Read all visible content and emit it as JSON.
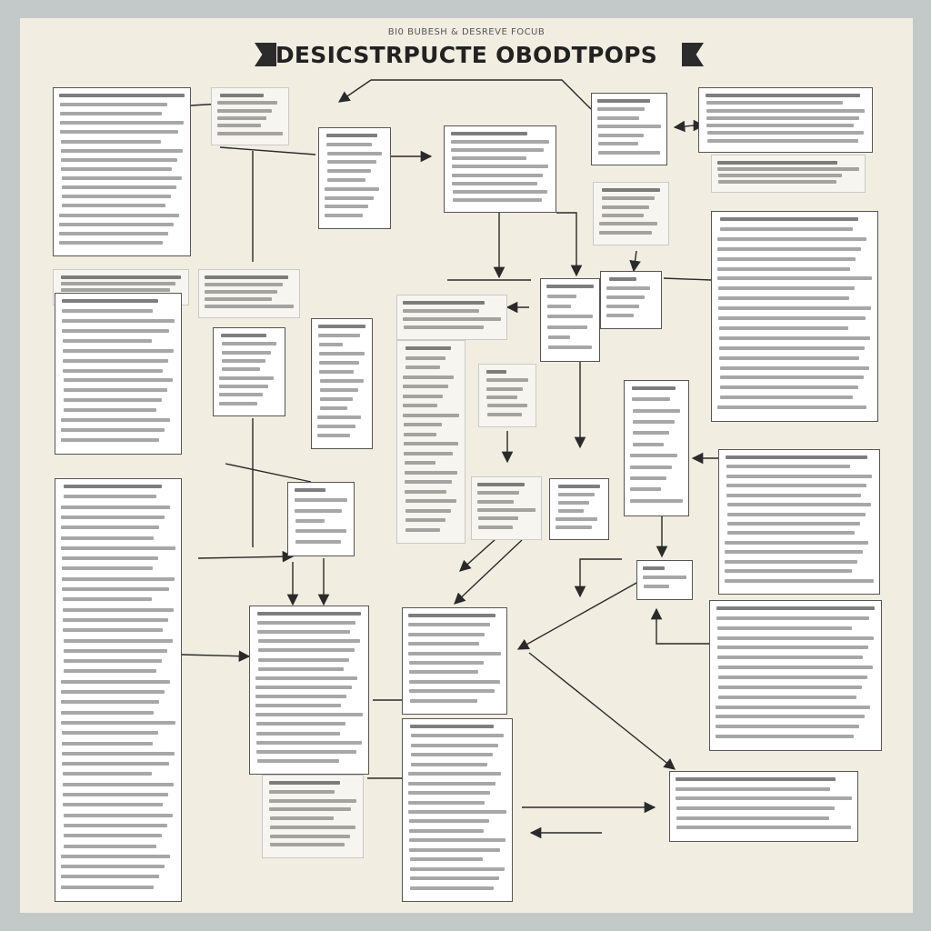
{
  "poster": {
    "supertitle": "BI0 BUBESH & DESREVE FOCUB",
    "title": "DESICSTRPUCTE OBODTPOPS"
  },
  "colors": {
    "background": "#c3c8c9",
    "paper": "#f1ede1",
    "ink": "#222222"
  },
  "boxes": [
    "box-1",
    "box-2",
    "box-3",
    "box-4",
    "box-5",
    "box-6",
    "box-7",
    "box-8",
    "box-9",
    "box-10",
    "box-11",
    "box-12",
    "box-13",
    "box-14",
    "box-15",
    "box-16",
    "box-17",
    "box-18",
    "box-19",
    "box-20",
    "box-21",
    "box-22",
    "box-23",
    "box-24",
    "box-25",
    "box-26",
    "box-27",
    "box-28",
    "box-29",
    "box-30"
  ]
}
